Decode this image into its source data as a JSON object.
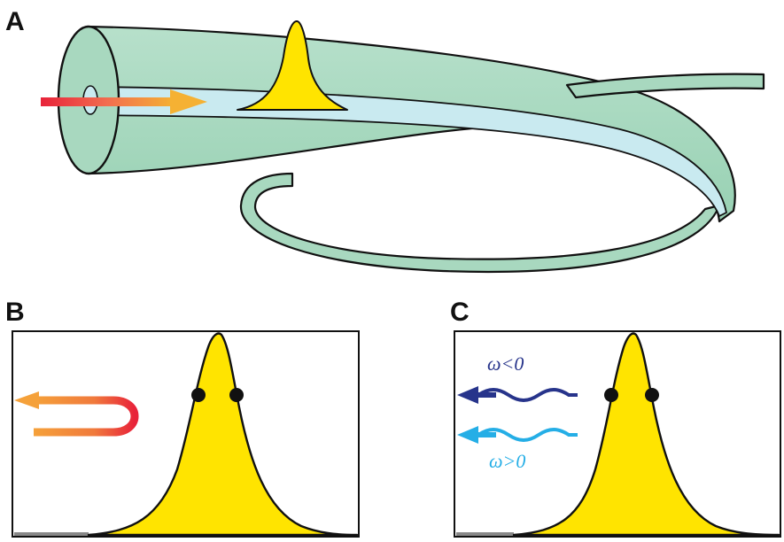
{
  "panels": {
    "a": {
      "letter": "A"
    },
    "b": {
      "letter": "B"
    },
    "c": {
      "letter": "C",
      "negative_label": "ω<0",
      "positive_label": "ω>0"
    }
  },
  "colors": {
    "fiber": "#a8d8bf",
    "fiber_outline": "#111111",
    "core": "#c9eaf0",
    "pulse": "#ffe400",
    "arrow_start": "#e8233a",
    "arrow_end": "#f5b133",
    "negative_wave": "#27348b",
    "positive_wave": "#25aee6",
    "dot": "#111111"
  },
  "icons": {
    "input_arrow": "gradient-right-arrow-icon",
    "reflection": "u-turn-arrow-icon",
    "negative_wave": "wavy-left-arrow-icon",
    "positive_wave": "wavy-left-arrow-icon"
  }
}
